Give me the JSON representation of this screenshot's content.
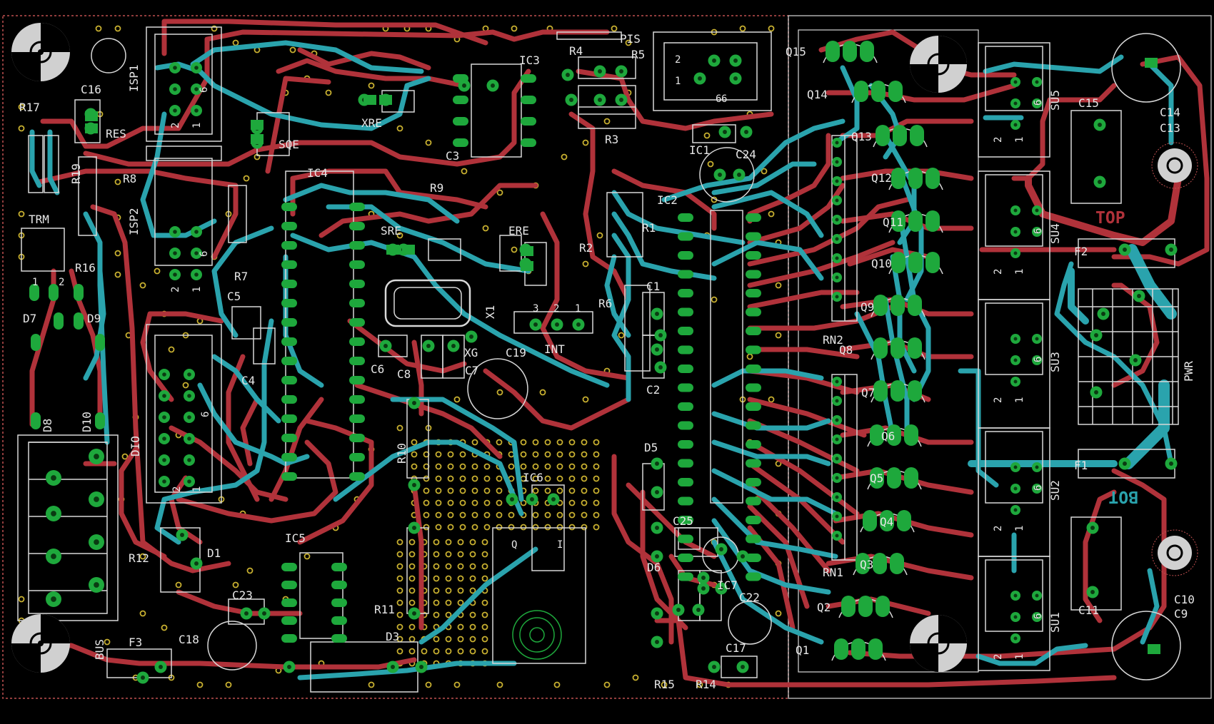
{
  "canvas": {
    "background": "#000000"
  },
  "colors": {
    "top_trace": "#b0323a",
    "bottom_trace": "#2aa3ad",
    "pad": "#1ea83c",
    "silk": "#d8d8d8",
    "via": "#c8b030",
    "outline": "#c05050"
  },
  "board_labels": {
    "top_side": "TOP",
    "bottom_side": "BOT"
  },
  "components": [
    {
      "ref": "C16"
    },
    {
      "ref": "R17"
    },
    {
      "ref": "R19"
    },
    {
      "ref": "RES"
    },
    {
      "ref": "ISP1"
    },
    {
      "ref": "SQE"
    },
    {
      "ref": "R8"
    },
    {
      "ref": "ISP2"
    },
    {
      "ref": "TRM"
    },
    {
      "ref": "R16"
    },
    {
      "ref": "R7"
    },
    {
      "ref": "IC4"
    },
    {
      "ref": "D7"
    },
    {
      "ref": "D9"
    },
    {
      "ref": "D8"
    },
    {
      "ref": "D10"
    },
    {
      "ref": "C5"
    },
    {
      "ref": "C4"
    },
    {
      "ref": "DIO"
    },
    {
      "ref": "XRE"
    },
    {
      "ref": "IC3"
    },
    {
      "ref": "C3"
    },
    {
      "ref": "R4"
    },
    {
      "ref": "R5"
    },
    {
      "ref": "R3"
    },
    {
      "ref": "PIS"
    },
    {
      "ref": "IC1"
    },
    {
      "ref": "C24"
    },
    {
      "ref": "R9"
    },
    {
      "ref": "SRE"
    },
    {
      "ref": "ERE"
    },
    {
      "ref": "IC2"
    },
    {
      "ref": "R1"
    },
    {
      "ref": "R2"
    },
    {
      "ref": "R6"
    },
    {
      "ref": "C1"
    },
    {
      "ref": "C2"
    },
    {
      "ref": "X1"
    },
    {
      "ref": "C6"
    },
    {
      "ref": "C8"
    },
    {
      "ref": "XG"
    },
    {
      "ref": "C7"
    },
    {
      "ref": "C19"
    },
    {
      "ref": "INT"
    },
    {
      "ref": "R10"
    },
    {
      "ref": "IC6"
    },
    {
      "ref": "D5"
    },
    {
      "ref": "C25"
    },
    {
      "ref": "D6"
    },
    {
      "ref": "IC7"
    },
    {
      "ref": "C22"
    },
    {
      "ref": "C17"
    },
    {
      "ref": "R15"
    },
    {
      "ref": "R14"
    },
    {
      "ref": "R12"
    },
    {
      "ref": "D1"
    },
    {
      "ref": "IC5"
    },
    {
      "ref": "C23"
    },
    {
      "ref": "C18"
    },
    {
      "ref": "R11"
    },
    {
      "ref": "D3"
    },
    {
      "ref": "BUS"
    },
    {
      "ref": "F3"
    },
    {
      "ref": "Q15"
    },
    {
      "ref": "Q14"
    },
    {
      "ref": "Q13"
    },
    {
      "ref": "Q12"
    },
    {
      "ref": "Q11"
    },
    {
      "ref": "Q10"
    },
    {
      "ref": "Q9"
    },
    {
      "ref": "Q8"
    },
    {
      "ref": "Q7"
    },
    {
      "ref": "Q6"
    },
    {
      "ref": "Q5"
    },
    {
      "ref": "Q4"
    },
    {
      "ref": "Q3"
    },
    {
      "ref": "Q2"
    },
    {
      "ref": "Q1"
    },
    {
      "ref": "RN2"
    },
    {
      "ref": "RN1"
    },
    {
      "ref": "SU5"
    },
    {
      "ref": "SU4"
    },
    {
      "ref": "SU3"
    },
    {
      "ref": "SU2"
    },
    {
      "ref": "SU1"
    },
    {
      "ref": "C15"
    },
    {
      "ref": "C14"
    },
    {
      "ref": "C13"
    },
    {
      "ref": "C11"
    },
    {
      "ref": "C10"
    },
    {
      "ref": "C9"
    },
    {
      "ref": "F2"
    },
    {
      "ref": "F1"
    },
    {
      "ref": "PWR"
    }
  ],
  "pin_numbers": {
    "one": "1",
    "two": "2",
    "three": "3",
    "six": "6",
    "q": "Q",
    "i": "I"
  }
}
